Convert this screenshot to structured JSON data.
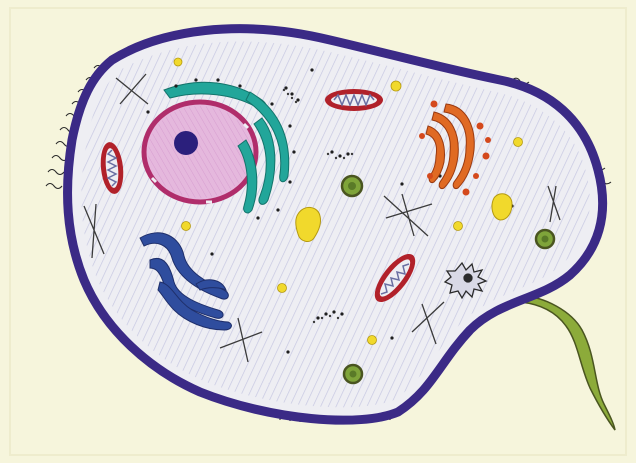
{
  "figure": {
    "subject": "animal-cell-drawing",
    "medium": "colored-pencil-on-paper",
    "text_labels": []
  },
  "colors": {
    "paper": "#f6f5dc",
    "paper_edge": "#eeeccd",
    "membrane": "#3b2a86",
    "cytoplasm": "#eeeef3",
    "cytoplasm_shade": "#a6a8d3",
    "nuclear_envelope": "#b02d6b",
    "nucleoplasm": "#e5b8dd",
    "nucleolus": "#2b1f7c",
    "endoplasmic_reticulum": "#22a69a",
    "golgi": "#e06a23",
    "golgi_vesicles": "#d4491c",
    "mitochondria_outer": "#b1212a",
    "mitochondria_inner": "#6a6ea2",
    "vacuole_outline": "#4a5520",
    "vacuole_fill": "#7fa43a",
    "lysosome": "#f1d92c",
    "centriole": "#2b2b2b",
    "flagellum": "#8cab3a",
    "cilia": "#2c2c2c",
    "smooth_er": "#2f4d9e",
    "microtubules": "#3b3b3b"
  },
  "organelles": [
    "nucleus",
    "nucleolus",
    "rough-er",
    "smooth-er",
    "golgi-apparatus",
    "mitochondrion",
    "lysosome",
    "vacuole",
    "centriole",
    "microtubule",
    "ribosome",
    "cilia",
    "flagellum",
    "cell-membrane"
  ]
}
